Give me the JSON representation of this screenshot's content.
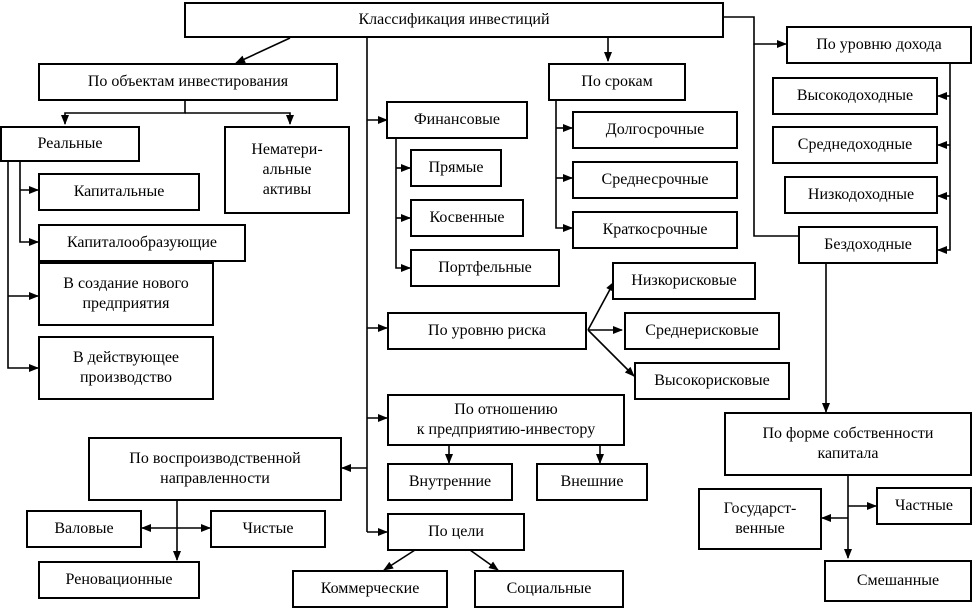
{
  "diagram": {
    "root": "Классификация инвестиций",
    "objects": {
      "title": "По объектам инвестирования",
      "real": {
        "title": "Реальные",
        "items": [
          "Капитальные",
          "Капиталообразующие",
          "В создание нового\nпредприятия",
          "В действующее\nпроизводство"
        ]
      },
      "intangible": "Немате­ри-\nальные\nактивы"
    },
    "financial": {
      "title": "Финансовые",
      "items": [
        "Прямые",
        "Косвенные",
        "Портфельные"
      ]
    },
    "terms": {
      "title": "По срокам",
      "items": [
        "Долгосрочные",
        "Среднесрочные",
        "Краткосрочные"
      ]
    },
    "income": {
      "title": "По уровню дохода",
      "items": [
        "Высокодоходные",
        "Среднедоходные",
        "Низкодоходные",
        "Бездоходные"
      ]
    },
    "risk": {
      "title": "По уровню риска",
      "items": [
        "Низкорисковые",
        "Среднерисковые",
        "Высокорисковые"
      ]
    },
    "relation": {
      "title": "По отношению\nк предприятию-инвестору",
      "items": [
        "Внутренние",
        "Внешние"
      ]
    },
    "reproduction": {
      "title": "По воспроизводственной\nнаправленности",
      "items": [
        "Валовые",
        "Чистые",
        "Реновационные"
      ]
    },
    "purpose": {
      "title": "По цели",
      "items": [
        "Коммерческие",
        "Социальные"
      ]
    },
    "ownership": {
      "title": "По форме собственности\nкапитала",
      "items": [
        "Государст-\nвенные",
        "Частные",
        "Смешанные"
      ]
    }
  }
}
